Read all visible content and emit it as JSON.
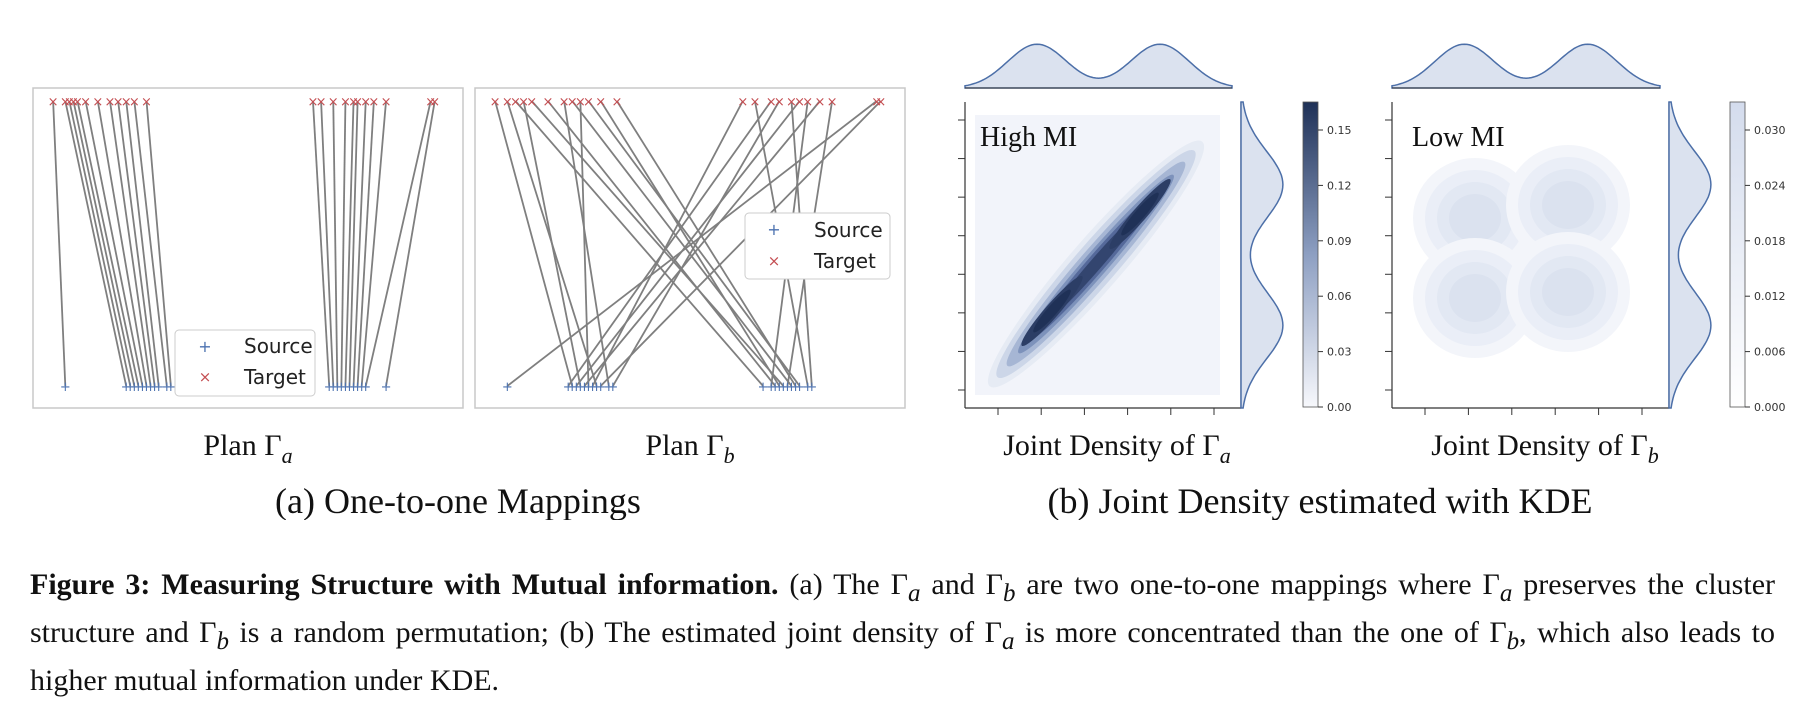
{
  "figure": {
    "plans": [
      {
        "id": "a",
        "label": "Plan Γ",
        "sub": "a",
        "legend": {
          "source": "Source",
          "target": "Target",
          "position": "bottom-center"
        }
      },
      {
        "id": "b",
        "label": "Plan Γ",
        "sub": "b",
        "legend": {
          "source": "Source",
          "target": "Target",
          "position": "center-right"
        }
      }
    ],
    "densities": [
      {
        "id": "a",
        "label": "Joint Density of Γ",
        "sub": "a",
        "annotation": "High MI",
        "colorbar_ticks": [
          "0.00",
          "0.03",
          "0.06",
          "0.09",
          "0.12",
          "0.15"
        ]
      },
      {
        "id": "b",
        "label": "Joint Density of Γ",
        "sub": "b",
        "annotation": "Low MI",
        "colorbar_ticks": [
          "0.000",
          "0.006",
          "0.012",
          "0.018",
          "0.024",
          "0.030"
        ]
      }
    ],
    "subcaption_a": "(a) One-to-one Mappings",
    "subcaption_b": "(b) Joint Density estimated with KDE"
  },
  "caption": {
    "lead": "Figure 3: Measuring Structure with Mutual information.",
    "p1": " (a) The ",
    "p2": " and ",
    "p3": " are two one-to-one mappings where ",
    "p4": " preserves the cluster structure and ",
    "p5": " is a random permutation; (b) The estimated joint density of ",
    "p6": " is more concentrated than the one of ",
    "p7": ", which also leads to higher mutual information under KDE."
  },
  "chart_data": [
    {
      "type": "scatter",
      "name": "plan_a",
      "series": [
        {
          "name": "Source",
          "marker": "+",
          "color": "#4c72b0",
          "x": [
            0.05,
            0.2,
            0.21,
            0.22,
            0.23,
            0.24,
            0.25,
            0.26,
            0.27,
            0.28,
            0.3,
            0.31,
            0.7,
            0.71,
            0.72,
            0.73,
            0.74,
            0.75,
            0.76,
            0.77,
            0.78,
            0.79,
            0.84
          ]
        },
        {
          "name": "Target",
          "marker": "x",
          "color": "#c44e52",
          "x": [
            0.02,
            0.05,
            0.06,
            0.07,
            0.08,
            0.1,
            0.13,
            0.16,
            0.18,
            0.2,
            0.22,
            0.25,
            0.66,
            0.68,
            0.71,
            0.74,
            0.76,
            0.77,
            0.79,
            0.81,
            0.84,
            0.95,
            0.96
          ]
        }
      ],
      "links": [
        [
          0,
          0
        ],
        [
          1,
          1
        ],
        [
          2,
          2
        ],
        [
          3,
          3
        ],
        [
          4,
          4
        ],
        [
          5,
          5
        ],
        [
          6,
          6
        ],
        [
          7,
          7
        ],
        [
          8,
          8
        ],
        [
          9,
          9
        ],
        [
          10,
          10
        ],
        [
          11,
          11
        ],
        [
          12,
          12
        ],
        [
          13,
          13
        ],
        [
          14,
          14
        ],
        [
          15,
          15
        ],
        [
          16,
          16
        ],
        [
          17,
          17
        ],
        [
          18,
          18
        ],
        [
          19,
          19
        ],
        [
          20,
          20
        ],
        [
          21,
          21
        ],
        [
          22,
          22
        ]
      ]
    },
    {
      "type": "scatter",
      "name": "plan_b",
      "series": [
        {
          "name": "Source",
          "marker": "+",
          "color": "#4c72b0",
          "x": [
            0.05,
            0.2,
            0.21,
            0.22,
            0.23,
            0.24,
            0.25,
            0.26,
            0.27,
            0.28,
            0.3,
            0.31,
            0.68,
            0.7,
            0.71,
            0.72,
            0.73,
            0.74,
            0.75,
            0.76,
            0.77,
            0.79,
            0.8
          ]
        },
        {
          "name": "Target",
          "marker": "x",
          "color": "#c44e52",
          "x": [
            0.02,
            0.05,
            0.07,
            0.09,
            0.11,
            0.15,
            0.19,
            0.21,
            0.23,
            0.25,
            0.28,
            0.32,
            0.63,
            0.66,
            0.7,
            0.72,
            0.75,
            0.77,
            0.79,
            0.82,
            0.85,
            0.96,
            0.97
          ]
        }
      ],
      "links": [
        [
          0,
          21
        ],
        [
          1,
          14
        ],
        [
          2,
          0
        ],
        [
          3,
          17
        ],
        [
          4,
          3
        ],
        [
          5,
          19
        ],
        [
          6,
          8
        ],
        [
          7,
          12
        ],
        [
          8,
          1
        ],
        [
          9,
          22
        ],
        [
          10,
          6
        ],
        [
          11,
          15
        ],
        [
          12,
          2
        ],
        [
          13,
          18
        ],
        [
          14,
          5
        ],
        [
          15,
          10
        ],
        [
          16,
          4
        ],
        [
          17,
          20
        ],
        [
          18,
          7
        ],
        [
          19,
          11
        ],
        [
          20,
          9
        ],
        [
          21,
          13
        ],
        [
          22,
          16
        ]
      ]
    },
    {
      "type": "heatmap",
      "name": "joint_density_a",
      "cmap": "Blues",
      "zlim": [
        0,
        0.165
      ],
      "components": [
        {
          "mx": 0.27,
          "my": 0.27,
          "sx": 0.12,
          "sy": 0.12,
          "rho": 0.98,
          "w": 0.5
        },
        {
          "mx": 0.73,
          "my": 0.73,
          "sx": 0.12,
          "sy": 0.12,
          "rho": 0.98,
          "w": 0.5
        }
      ],
      "marginal": "bimodal"
    },
    {
      "type": "heatmap",
      "name": "joint_density_b",
      "cmap": "Blues",
      "zlim": [
        0,
        0.033
      ],
      "components": [
        {
          "mx": 0.27,
          "my": 0.27,
          "sx": 0.1,
          "sy": 0.1,
          "rho": 0,
          "w": 0.25
        },
        {
          "mx": 0.73,
          "my": 0.27,
          "sx": 0.1,
          "sy": 0.1,
          "rho": 0,
          "w": 0.25
        },
        {
          "mx": 0.27,
          "my": 0.73,
          "sx": 0.1,
          "sy": 0.1,
          "rho": 0,
          "w": 0.25
        },
        {
          "mx": 0.73,
          "my": 0.73,
          "sx": 0.1,
          "sy": 0.1,
          "rho": 0,
          "w": 0.25
        }
      ],
      "marginal": "bimodal"
    }
  ]
}
